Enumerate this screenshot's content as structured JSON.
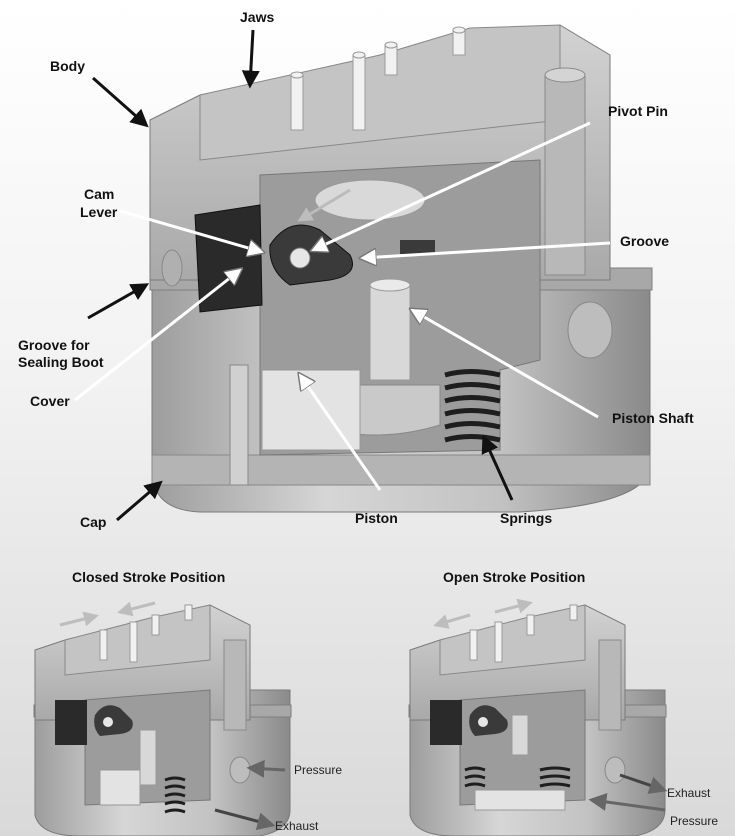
{
  "main_labels": {
    "jaws": "Jaws",
    "body": "Body",
    "pivot_pin": "Pivot Pin",
    "cam_lever_line1": "Cam",
    "cam_lever_line2": "Lever",
    "groove": "Groove",
    "groove_boot_line1": "Groove for",
    "groove_boot_line2": "Sealing Boot",
    "cover": "Cover",
    "piston_shaft": "Piston Shaft",
    "cap": "Cap",
    "piston": "Piston",
    "springs": "Springs"
  },
  "closed": {
    "title": "Closed Stroke Position",
    "pressure": "Pressure",
    "exhaust": "Exhaust"
  },
  "open": {
    "title": "Open Stroke Position",
    "exhaust": "Exhaust",
    "pressure": "Pressure"
  },
  "colors": {
    "metal_light": "#cfcfcf",
    "metal_mid": "#b5b5b5",
    "metal_dark": "#8f8f8f",
    "cover_black": "#2a2a2a",
    "arrow_black": "#111111",
    "arrow_white": "#ffffff",
    "arrow_grey": "#9a9a9a"
  }
}
